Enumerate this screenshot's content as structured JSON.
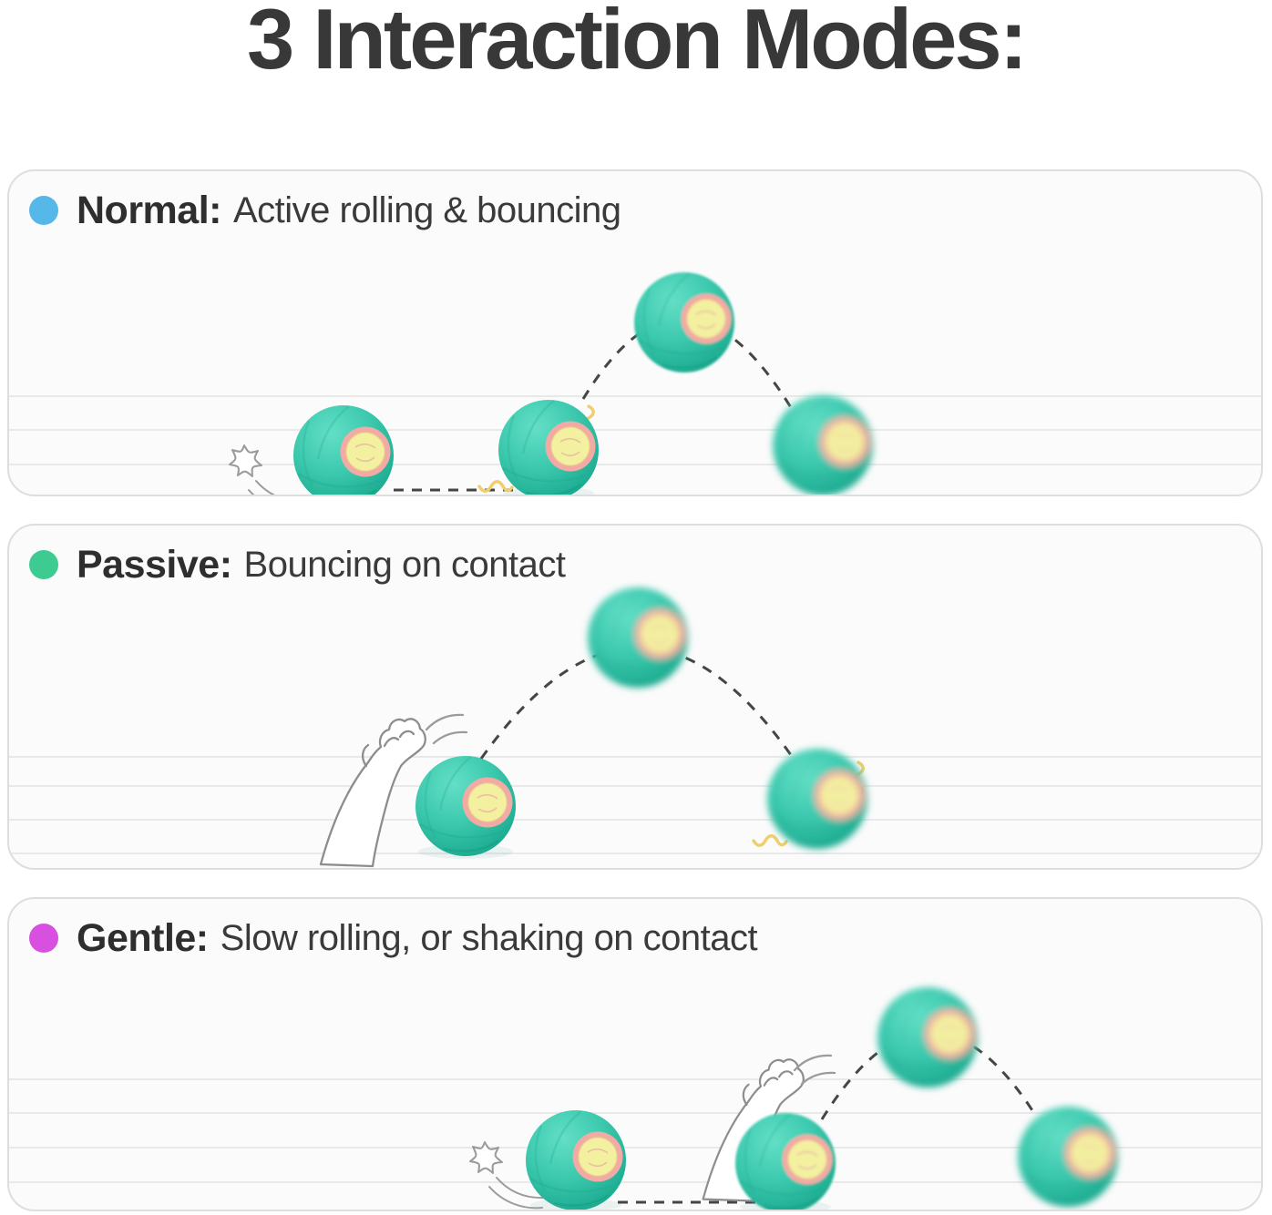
{
  "title": "3 Interaction Modes:",
  "modes": [
    {
      "id": "normal",
      "label": "Normal:",
      "description": "Active rolling & bouncing",
      "dot_color": "#55b8e9"
    },
    {
      "id": "passive",
      "label": "Passive:",
      "description": "Bouncing on contact",
      "dot_color": "#3ecb92"
    },
    {
      "id": "gentle",
      "label": "Gentle:",
      "description": "Slow rolling, or shaking on contact",
      "dot_color": "#d750e0"
    }
  ],
  "colors": {
    "title_text": "#383838",
    "panel_background": "#fbfbfb",
    "panel_border": "#dedede",
    "floor_line": "#e9e9e9",
    "ball_teal": "#3cc9ae",
    "ball_ring_pink": "#f2aba4",
    "ball_center_yellow": "#f3f0a0",
    "trajectory_dash": "#454545",
    "impact_zigzag_yellow": "#efce6b",
    "sketch_outline": "#909090"
  },
  "icons": [
    "mode-dot",
    "ball",
    "paw-icon",
    "swoosh-icon",
    "zigzag-icon",
    "motion-arcs-icon",
    "trajectory-dash-line",
    "trajectory-dash-arc"
  ]
}
